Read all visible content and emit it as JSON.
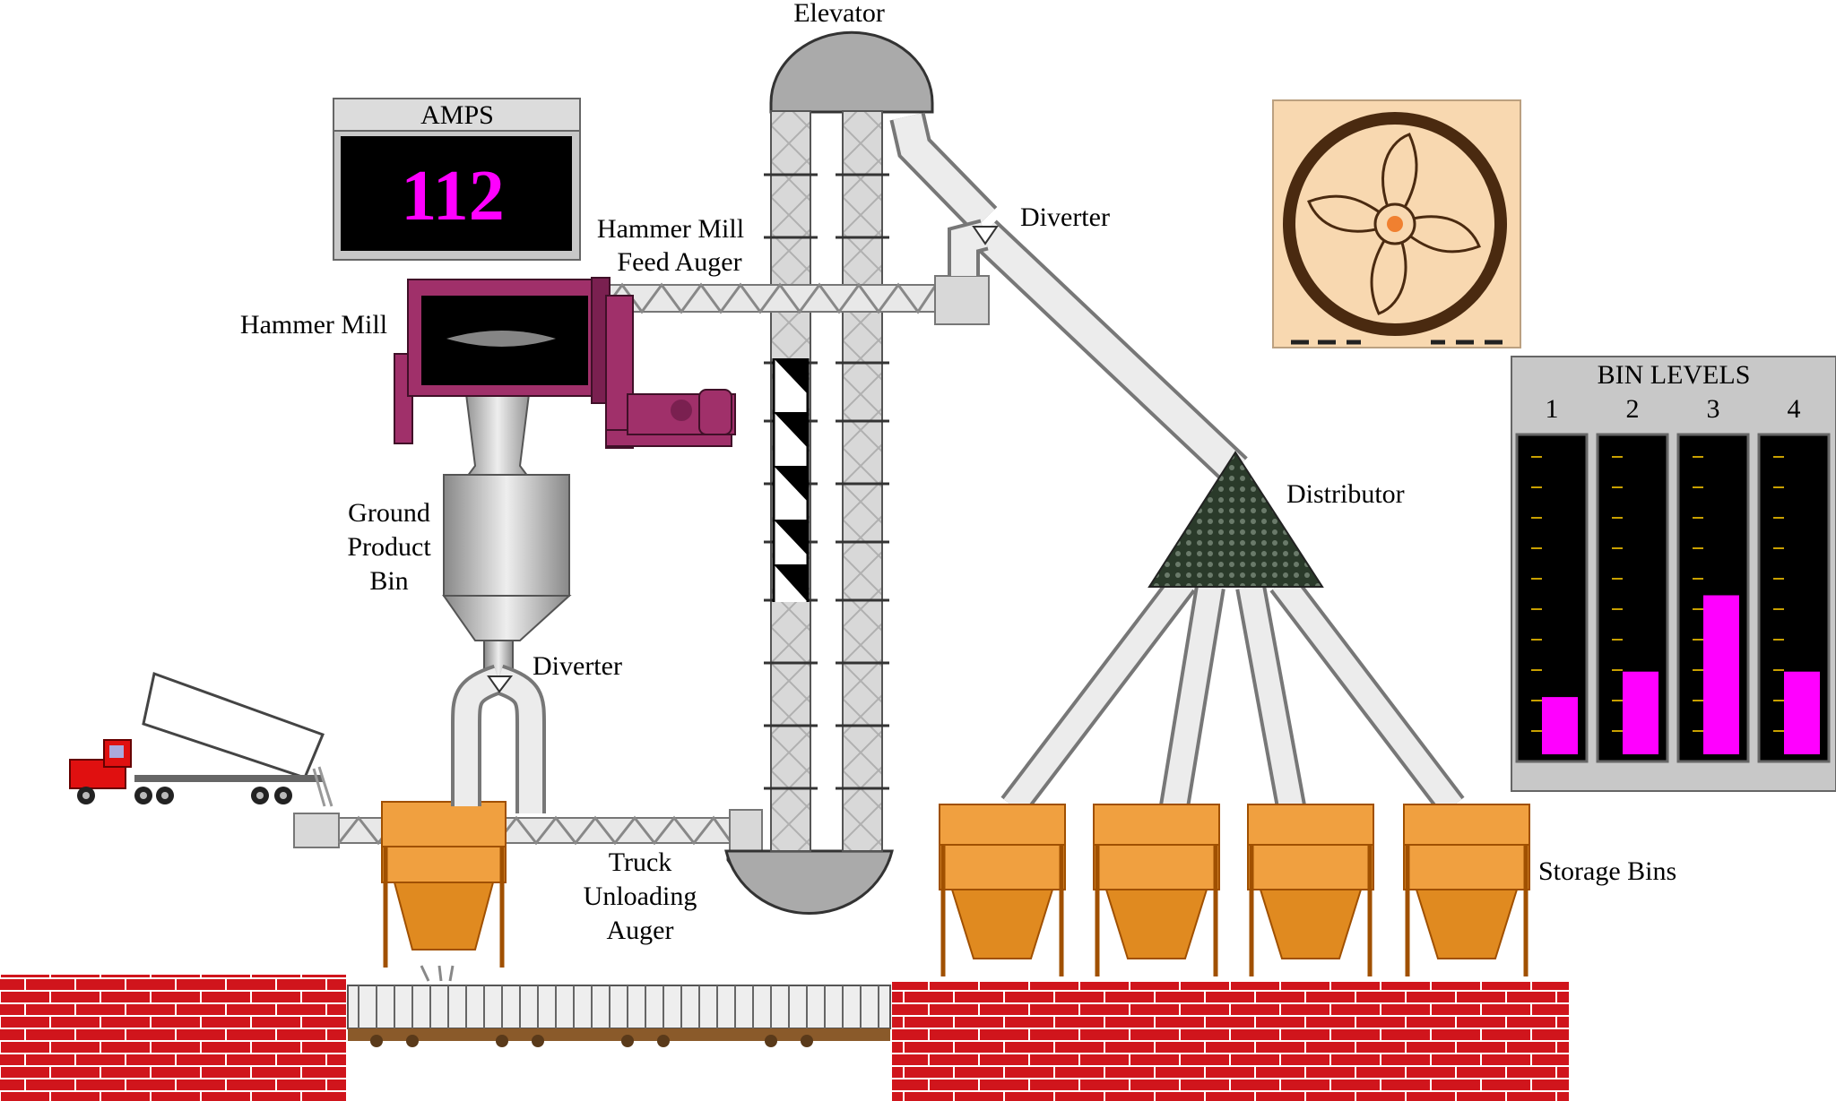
{
  "labels": {
    "elevator": "Elevator",
    "hammer_mill": "Hammer Mill",
    "feed_auger_1": "Hammer Mill",
    "feed_auger_2": "Feed Auger",
    "diverter_top": "Diverter",
    "distributor": "Distributor",
    "ground_bin_1": "Ground",
    "ground_bin_2": "Product",
    "ground_bin_3": "Bin",
    "diverter_bottom": "Diverter",
    "truck_auger_1": "Truck",
    "truck_auger_2": "Unloading",
    "truck_auger_3": "Auger",
    "storage_bins": "Storage Bins"
  },
  "amps": {
    "title": "AMPS",
    "value": "112",
    "value_color": "#ff00ff"
  },
  "bin_levels": {
    "title": "BIN LEVELS",
    "bar_color": "#ff00ff",
    "bins": [
      {
        "label": "1",
        "level": 0.18
      },
      {
        "label": "2",
        "level": 0.26
      },
      {
        "label": "3",
        "level": 0.5
      },
      {
        "label": "4",
        "level": 0.26
      }
    ]
  },
  "colors": {
    "brick": "#c8141a",
    "hopper": "#f0a040",
    "mill": "#a0306a",
    "fan_bg": "#f8d8b0",
    "fan_dark": "#4a2a10"
  }
}
